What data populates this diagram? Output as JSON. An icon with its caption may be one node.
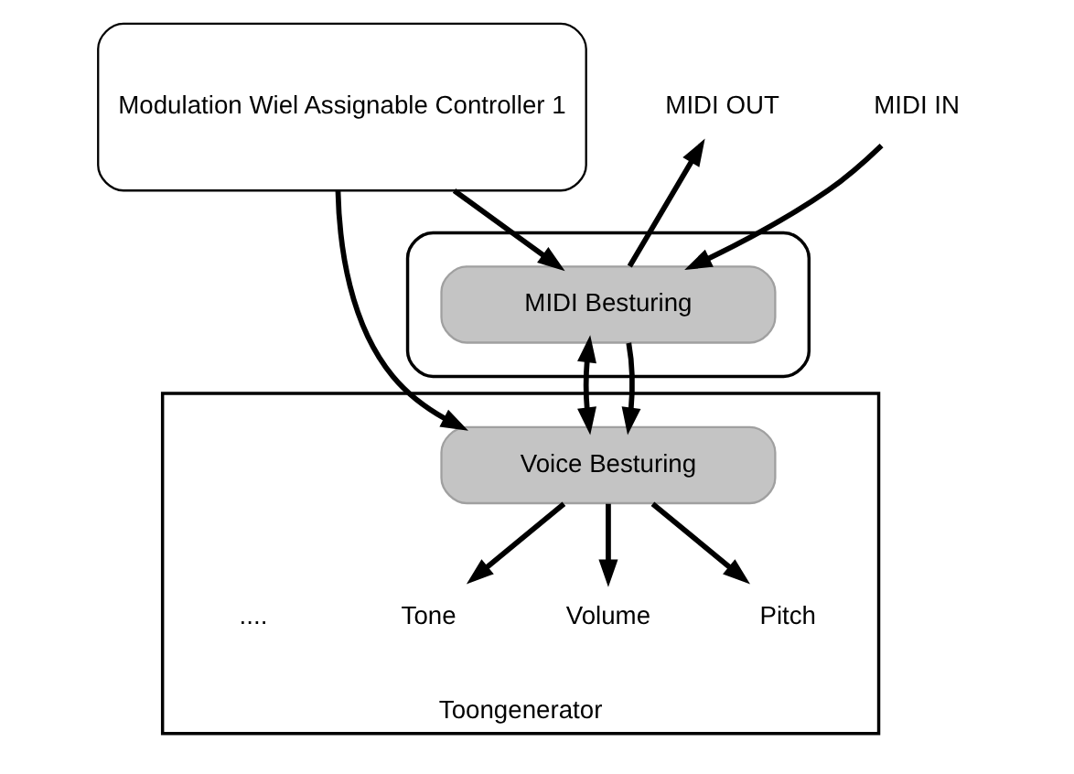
{
  "diagram": {
    "nodes": [
      {
        "text": [],
        "shape": "box"
      },
      {
        "text": [
          "MIDI OUT"
        ]
      },
      {
        "text": [
          "MIDI IN"
        ]
      },
      {
        "text": [
          "MIDI Besturing"
        ],
        "in": 0
      },
      {
        "text": [
          "Modulation Wiel Assignable Controller 1"
        ]
      },
      {
        "text": [
          "Toongenerator"
        ]
      },
      {
        "text": [
          "Voice Besturing"
        ],
        "in": 5
      },
      {
        "text": [
          "Tone"
        ],
        "in": 5
      },
      {
        "text": [
          "Volume"
        ],
        "in": 5
      },
      {
        "text": [
          "Pitch"
        ],
        "in": 5
      }
    ],
    "edges": [
      {
        "from": 3,
        "to": 1,
        "arrow": "to"
      },
      {
        "from": 2,
        "to": 3,
        "arrow": "to"
      },
      {
        "from": 4,
        "to": 3,
        "arrow": "to"
      },
      {
        "from": 4,
        "to": 6,
        "arrow": "to"
      },
      {
        "from": 3,
        "to": 6,
        "arrow": "both"
      },
      {
        "from": 3,
        "to": 6,
        "arrow": "to"
      },
      {
        "from": 6,
        "to": 7,
        "arrow": "to"
      },
      {
        "from": 6,
        "to": 8,
        "arrow": "to"
      },
      {
        "from": 6,
        "to": 9,
        "arrow": "to"
      }
    ],
    "labels": [
      "...."
    ]
  }
}
